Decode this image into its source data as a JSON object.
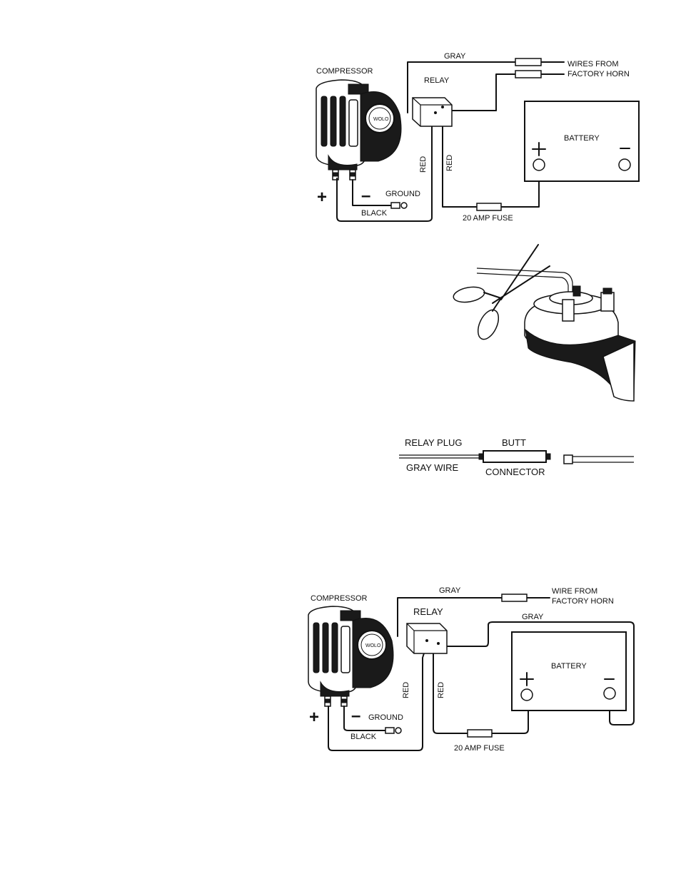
{
  "diagram1": {
    "compressor": "COMPRESSOR",
    "gray": "GRAY",
    "relay": "RELAY",
    "wires_from": "WIRES FROM",
    "factory_horn": "FACTORY HORN",
    "battery": "BATTERY",
    "red_left": "RED",
    "red_right": "RED",
    "ground": "GROUND",
    "black": "BLACK",
    "fuse": "20 AMP FUSE",
    "plus": "+",
    "minus": "–"
  },
  "connector_diagram": {
    "relay_plug": "RELAY PLUG",
    "gray_wire": "GRAY WIRE",
    "butt": "BUTT",
    "connector": "CONNECTOR"
  },
  "diagram2": {
    "compressor": "COMPRESSOR",
    "gray_top": "GRAY",
    "wire_from": "WIRE FROM",
    "factory_horn": "FACTORY HORN",
    "relay": "RELAY",
    "gray_right": "GRAY",
    "battery": "BATTERY",
    "red_left": "RED",
    "red_right": "RED",
    "ground": "GROUND",
    "black": "BLACK",
    "fuse": "20 AMP FUSE",
    "plus": "+",
    "minus": "–"
  },
  "compressor_badge": "WOLO"
}
